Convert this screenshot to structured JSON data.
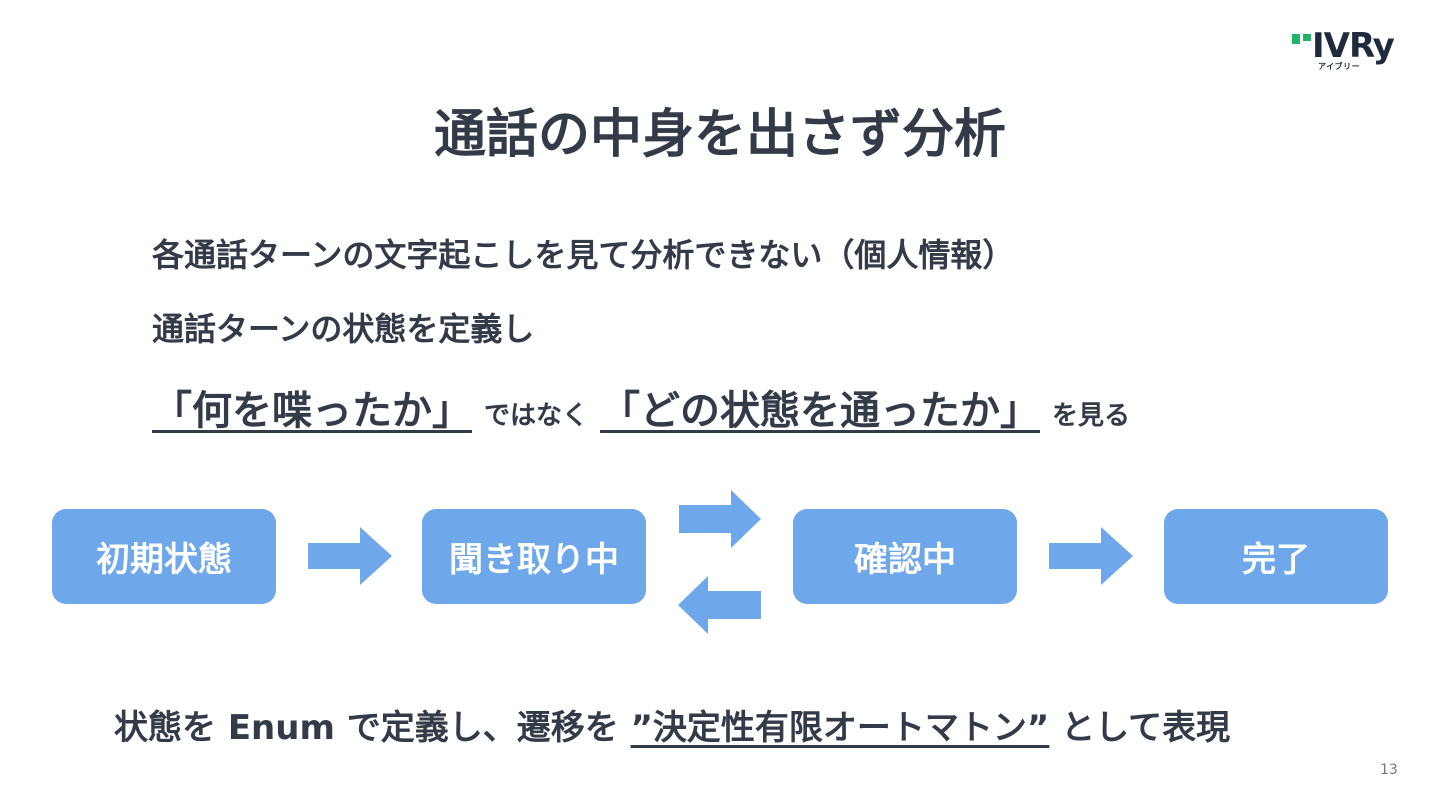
{
  "logo": {
    "text": "IVRy",
    "sub": "アイブリー",
    "accent": "#1fb36b"
  },
  "title": "通話の中身を出さず分析",
  "bullets": {
    "line1": "各通話ターンの文字起こしを見て分析できない（個人情報）",
    "line2": "通話ターンの状態を定義し",
    "line3": {
      "part1": "「何を喋ったか」",
      "part2": "ではなく",
      "part3": "「どの状態を通ったか」",
      "part4": "を見る"
    }
  },
  "states": [
    "初期状態",
    "聞き取り中",
    "確認中",
    "完了"
  ],
  "footer": {
    "part1": "状態を Enum で定義し、遷移を ",
    "part2": "”決定性有限オートマトン”",
    "part3": " として表現"
  },
  "page_number": "13",
  "colors": {
    "box": "#6fa8ea",
    "text": "#333a48"
  }
}
